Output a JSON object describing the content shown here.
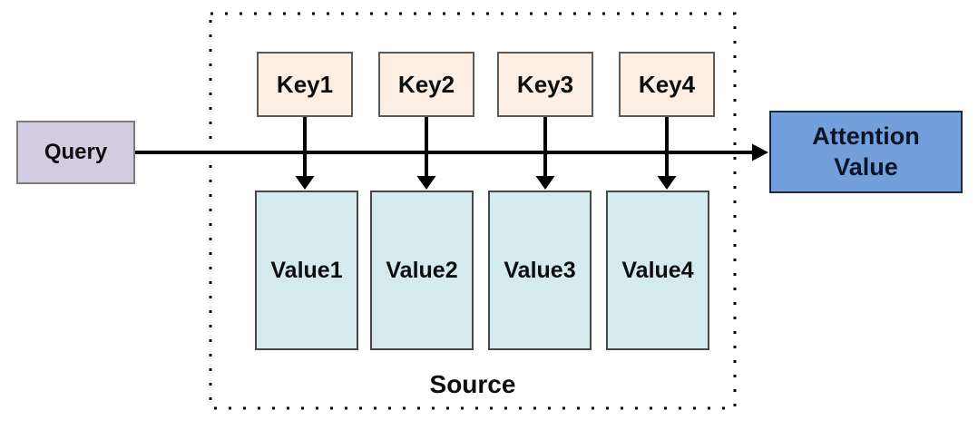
{
  "diagram": {
    "query": {
      "label": "Query"
    },
    "keys": [
      {
        "label": "Key1"
      },
      {
        "label": "Key2"
      },
      {
        "label": "Key3"
      },
      {
        "label": "Key4"
      }
    ],
    "values": [
      {
        "label": "Value1"
      },
      {
        "label": "Value2"
      },
      {
        "label": "Value3"
      },
      {
        "label": "Value4"
      }
    ],
    "attention": {
      "line1": "Attention",
      "line2": "Value"
    },
    "source": {
      "label": "Source"
    }
  },
  "colors": {
    "query_fill": "#D3CCE0",
    "query_border": "#7C7C7C",
    "key_fill": "#FCEEE2",
    "key_border": "#5A5A5A",
    "value_fill": "#D4EAEF",
    "value_border": "#474747",
    "attention_fill": "#739FDC",
    "attention_border": "#1B2A3D",
    "attention_text": "#0A1526",
    "line": "#000000"
  }
}
